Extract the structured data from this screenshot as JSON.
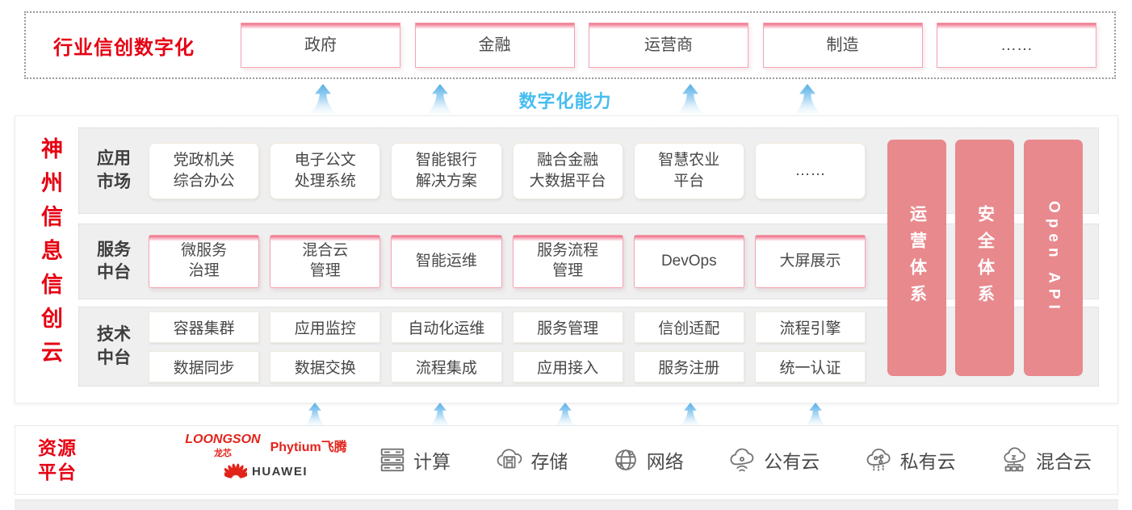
{
  "top_band": {
    "title": "行业信创数字化",
    "items": [
      "政府",
      "金融",
      "运营商",
      "制造",
      "……"
    ]
  },
  "capability_label": "数字化能力",
  "main": {
    "side_title": "神州信息信创云",
    "app_row": {
      "label": "应用\n市场",
      "items": [
        "党政机关\n综合办公",
        "电子公文\n处理系统",
        "智能银行\n解决方案",
        "融合金融\n大数据平台",
        "智慧农业\n平台",
        "……"
      ]
    },
    "service_row": {
      "label": "服务\n中台",
      "items": [
        "微服务\n治理",
        "混合云\n管理",
        "智能运维",
        "服务流程\n管理",
        "DevOps",
        "大屏展示"
      ]
    },
    "tech_row": {
      "label": "技术\n中台",
      "row1": [
        "容器集群",
        "应用监控",
        "自动化运维",
        "服务管理",
        "信创适配",
        "流程引擎"
      ],
      "row2": [
        "数据同步",
        "数据交换",
        "流程集成",
        "应用接入",
        "服务注册",
        "统一认证"
      ]
    },
    "pillars": [
      "运营体系",
      "安全体系",
      "Open API"
    ]
  },
  "resource": {
    "title": "资源\n平台",
    "logos": {
      "loongson": "LOONGSON",
      "loongson_cn": "龙芯",
      "phytium": "Phytium飞腾",
      "huawei": "HUAWEI"
    },
    "items": [
      {
        "icon": "server-icon",
        "label": "计算"
      },
      {
        "icon": "storage-cloud-icon",
        "label": "存储"
      },
      {
        "icon": "network-globe-icon",
        "label": "网络"
      },
      {
        "icon": "public-cloud-icon",
        "label": "公有云"
      },
      {
        "icon": "private-cloud-icon",
        "label": "私有云"
      },
      {
        "icon": "hybrid-cloud-icon",
        "label": "混合云"
      }
    ]
  },
  "colors": {
    "accent_red": "#e60012",
    "pillar_pink": "#e8898d",
    "capability_blue": "#47bdf0",
    "logo_red": "#e2231a",
    "row_gray": "#efefef"
  }
}
